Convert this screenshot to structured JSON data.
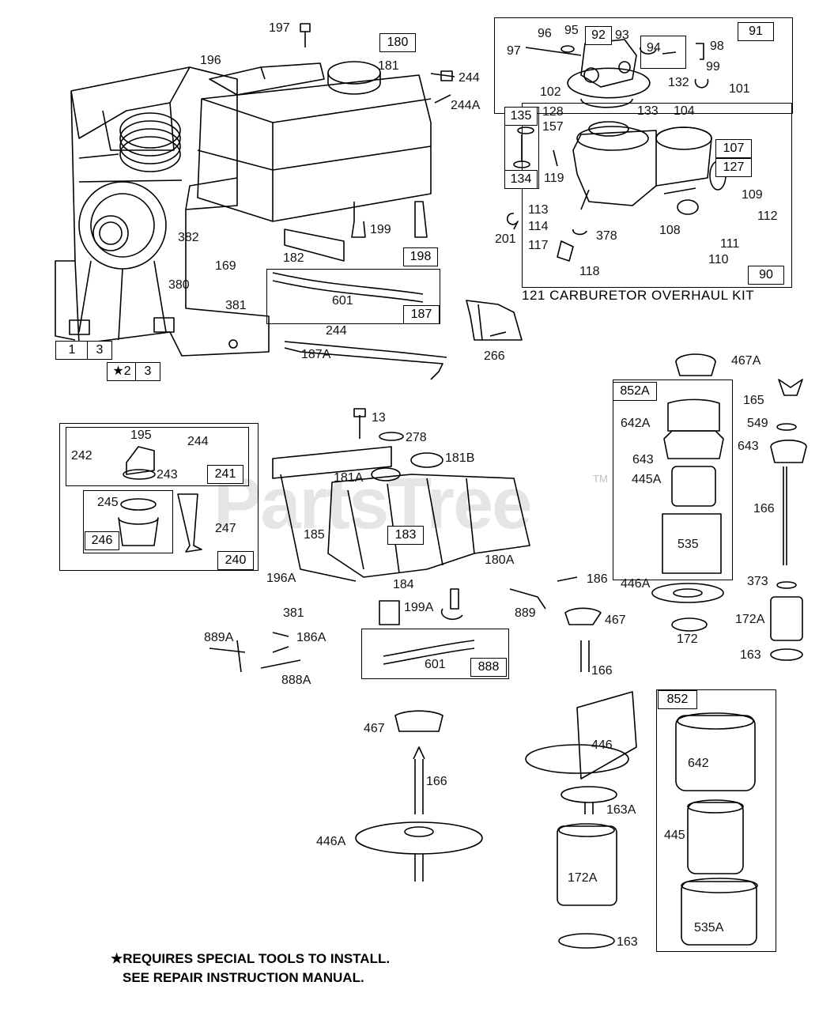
{
  "watermark": {
    "text": "PartsTree",
    "tm": "TM"
  },
  "carburetor_kit": {
    "text": "121 CARBURETOR OVERHAUL KIT"
  },
  "footnote": {
    "line1": "★REQUIRES SPECIAL TOOLS TO INSTALL.",
    "line2": "SEE REPAIR INSTRUCTION MANUAL."
  },
  "boxed_labels": [
    {
      "id": "180",
      "text": "180"
    },
    {
      "id": "91",
      "text": "91"
    },
    {
      "id": "92",
      "text": "92"
    },
    {
      "id": "135",
      "text": "135"
    },
    {
      "id": "134",
      "text": "134"
    },
    {
      "id": "107",
      "text": "107"
    },
    {
      "id": "127",
      "text": "127"
    },
    {
      "id": "198",
      "text": "198"
    },
    {
      "id": "187",
      "text": "187"
    },
    {
      "id": "90",
      "text": "90"
    },
    {
      "id": "1",
      "text": "1"
    },
    {
      "id": "3a",
      "text": "3"
    },
    {
      "id": "star2",
      "text": "★2"
    },
    {
      "id": "3b",
      "text": "3"
    },
    {
      "id": "852A",
      "text": "852A"
    },
    {
      "id": "241",
      "text": "241"
    },
    {
      "id": "246",
      "text": "246"
    },
    {
      "id": "240",
      "text": "240"
    },
    {
      "id": "183",
      "text": "183"
    },
    {
      "id": "888",
      "text": "888"
    },
    {
      "id": "852",
      "text": "852"
    }
  ],
  "labels": [
    {
      "id": "197",
      "text": "197"
    },
    {
      "id": "196",
      "text": "196"
    },
    {
      "id": "181",
      "text": "181"
    },
    {
      "id": "244a",
      "text": "244"
    },
    {
      "id": "244A",
      "text": "244A"
    },
    {
      "id": "96",
      "text": "96"
    },
    {
      "id": "95",
      "text": "95"
    },
    {
      "id": "93",
      "text": "93"
    },
    {
      "id": "97",
      "text": "97"
    },
    {
      "id": "94",
      "text": "94"
    },
    {
      "id": "98",
      "text": "98"
    },
    {
      "id": "99",
      "text": "99"
    },
    {
      "id": "132",
      "text": "132"
    },
    {
      "id": "101",
      "text": "101"
    },
    {
      "id": "102",
      "text": "102"
    },
    {
      "id": "128",
      "text": "128"
    },
    {
      "id": "133",
      "text": "133"
    },
    {
      "id": "104",
      "text": "104"
    },
    {
      "id": "157",
      "text": "157"
    },
    {
      "id": "119",
      "text": "119"
    },
    {
      "id": "109",
      "text": "109"
    },
    {
      "id": "113",
      "text": "113"
    },
    {
      "id": "112",
      "text": "112"
    },
    {
      "id": "114",
      "text": "114"
    },
    {
      "id": "378",
      "text": "378"
    },
    {
      "id": "108",
      "text": "108"
    },
    {
      "id": "201",
      "text": "201"
    },
    {
      "id": "117",
      "text": "117"
    },
    {
      "id": "111",
      "text": "111"
    },
    {
      "id": "110",
      "text": "110"
    },
    {
      "id": "118",
      "text": "118"
    },
    {
      "id": "199",
      "text": "199"
    },
    {
      "id": "382",
      "text": "382"
    },
    {
      "id": "169",
      "text": "169"
    },
    {
      "id": "182",
      "text": "182"
    },
    {
      "id": "380",
      "text": "380"
    },
    {
      "id": "381a",
      "text": "381"
    },
    {
      "id": "601a",
      "text": "601"
    },
    {
      "id": "244b",
      "text": "244"
    },
    {
      "id": "266",
      "text": "266"
    },
    {
      "id": "187A",
      "text": "187A"
    },
    {
      "id": "467A",
      "text": "467A"
    },
    {
      "id": "165",
      "text": "165"
    },
    {
      "id": "13",
      "text": "13"
    },
    {
      "id": "278",
      "text": "278"
    },
    {
      "id": "642A",
      "text": "642A"
    },
    {
      "id": "549",
      "text": "549"
    },
    {
      "id": "195",
      "text": "195"
    },
    {
      "id": "244c",
      "text": "244"
    },
    {
      "id": "181B",
      "text": "181B"
    },
    {
      "id": "643a",
      "text": "643"
    },
    {
      "id": "643b",
      "text": "643"
    },
    {
      "id": "242",
      "text": "242"
    },
    {
      "id": "243",
      "text": "243"
    },
    {
      "id": "181A",
      "text": "181A"
    },
    {
      "id": "445A",
      "text": "445A"
    },
    {
      "id": "245",
      "text": "245"
    },
    {
      "id": "166a",
      "text": "166"
    },
    {
      "id": "247",
      "text": "247"
    },
    {
      "id": "185",
      "text": "185"
    },
    {
      "id": "535",
      "text": "535"
    },
    {
      "id": "180A",
      "text": "180A"
    },
    {
      "id": "196A",
      "text": "196A"
    },
    {
      "id": "184",
      "text": "184"
    },
    {
      "id": "186a",
      "text": "186"
    },
    {
      "id": "446A",
      "text": "446A"
    },
    {
      "id": "373",
      "text": "373"
    },
    {
      "id": "199A",
      "text": "199A"
    },
    {
      "id": "381b",
      "text": "381"
    },
    {
      "id": "889",
      "text": "889"
    },
    {
      "id": "467a",
      "text": "467"
    },
    {
      "id": "172A",
      "text": "172A"
    },
    {
      "id": "889A",
      "text": "889A"
    },
    {
      "id": "186A",
      "text": "186A"
    },
    {
      "id": "172",
      "text": "172"
    },
    {
      "id": "163a",
      "text": "163"
    },
    {
      "id": "601b",
      "text": "601"
    },
    {
      "id": "166b",
      "text": "166"
    },
    {
      "id": "888A",
      "text": "888A"
    },
    {
      "id": "467b",
      "text": "467"
    },
    {
      "id": "446",
      "text": "446"
    },
    {
      "id": "642",
      "text": "642"
    },
    {
      "id": "166c",
      "text": "166"
    },
    {
      "id": "163A",
      "text": "163A"
    },
    {
      "id": "445",
      "text": "445"
    },
    {
      "id": "446Ab",
      "text": "446A"
    },
    {
      "id": "172Ab",
      "text": "172A"
    },
    {
      "id": "535A",
      "text": "535A"
    },
    {
      "id": "163b",
      "text": "163"
    }
  ]
}
